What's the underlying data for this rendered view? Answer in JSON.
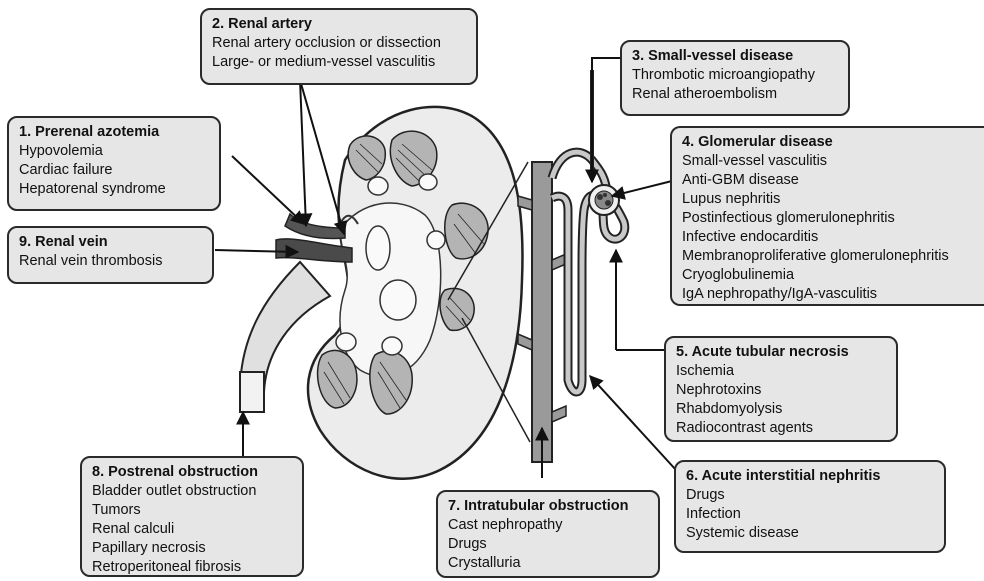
{
  "categories": [
    {
      "id": "prerenal",
      "title": "1. Prerenal azotemia",
      "items": [
        "Hypovolemia",
        "Cardiac failure",
        "Hepatorenal syndrome"
      ]
    },
    {
      "id": "renal-artery",
      "title": "2. Renal artery",
      "items": [
        "Renal artery occlusion or dissection",
        "Large- or medium-vessel vasculitis"
      ]
    },
    {
      "id": "small-vessel",
      "title": "3. Small-vessel disease",
      "items": [
        "Thrombotic microangiopathy",
        "Renal atheroembolism"
      ]
    },
    {
      "id": "glomerular",
      "title": "4. Glomerular disease",
      "items": [
        "Small-vessel vasculitis",
        "Anti-GBM disease",
        "Lupus nephritis",
        "Postinfectious glomerulonephritis",
        "Infective endocarditis",
        "Membranoproliferative glomerulonephritis",
        "Cryoglobulinemia",
        "IgA nephropathy/IgA-vasculitis"
      ]
    },
    {
      "id": "atn",
      "title": "5. Acute tubular necrosis",
      "items": [
        "Ischemia",
        "Nephrotoxins",
        "Rhabdomyolysis",
        "Radiocontrast agents"
      ]
    },
    {
      "id": "ain",
      "title": "6. Acute interstitial nephritis",
      "items": [
        "Drugs",
        "Infection",
        "Systemic disease"
      ]
    },
    {
      "id": "intratubular",
      "title": "7. Intratubular obstruction",
      "items": [
        "Cast nephropathy",
        "Drugs",
        "Crystalluria"
      ]
    },
    {
      "id": "postrenal",
      "title": "8. Postrenal obstruction",
      "items": [
        "Bladder outlet obstruction",
        "Tumors",
        "Renal calculi",
        "Papillary necrosis",
        "Retroperitoneal fibrosis"
      ]
    },
    {
      "id": "renal-vein",
      "title": "9. Renal vein",
      "items": [
        "Renal vein thrombosis"
      ]
    }
  ]
}
